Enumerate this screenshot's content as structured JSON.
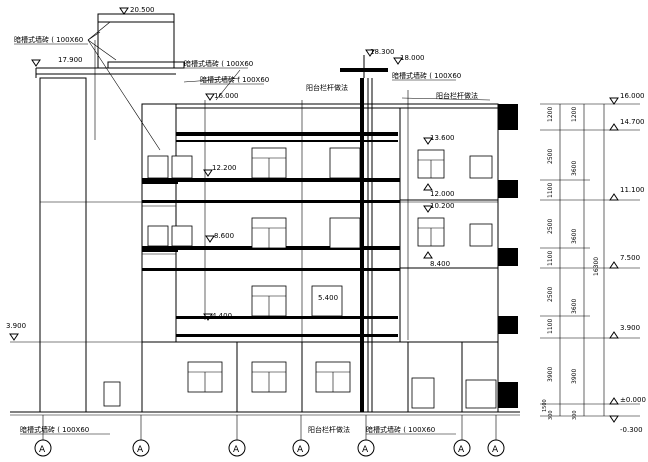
{
  "elevation_marks": {
    "top_roof": "20.500",
    "left_roof": "17.900",
    "rail_top": "18.300",
    "parapet": "18.000",
    "floor6": "16.000",
    "lvl_13_600": "13.600",
    "lvl_12_200": "12.200",
    "lvl_12_000": "12.000",
    "lvl_10_200": "10.200",
    "lvl_8_600": "8.600",
    "lvl_8_400": "8.400",
    "lvl_5_400": "5.400",
    "lvl_4_400": "4.400",
    "lvl_3_900": "3.900"
  },
  "annotations": {
    "top_left": "暗槽式墙砖 (  100X60",
    "upper_mid": "暗槽式墙砖 (  100X60",
    "mid": "暗槽式墙砖 (  100X60",
    "mid_right": "暗槽式墙砖 (  100X60",
    "balcony_note": "阳台栏杆做法",
    "balcony_note_right": "阳台栏杆做法",
    "bottom_left": "暗槽式墙砖 (  100X60",
    "bottom_mid": "阳台栏杆做法",
    "bottom_right": "暗槽式墙砖 (  100X60"
  },
  "dimensions": {
    "left_column": [
      "1200",
      "2500",
      "1100",
      "2500",
      "1100",
      "2500",
      "1100",
      "3900",
      "1500",
      "300"
    ],
    "mid_column": [
      "1200",
      "3600",
      "3600",
      "3600",
      "3900",
      "300"
    ],
    "total": "16300",
    "right_levels": [
      "16.000",
      "14.700",
      "11.100",
      "7.500",
      "3.900",
      "±0.000",
      "-0.300"
    ]
  },
  "axis_labels": [
    "A",
    "A",
    "A",
    "A",
    "A",
    "A",
    "A"
  ]
}
